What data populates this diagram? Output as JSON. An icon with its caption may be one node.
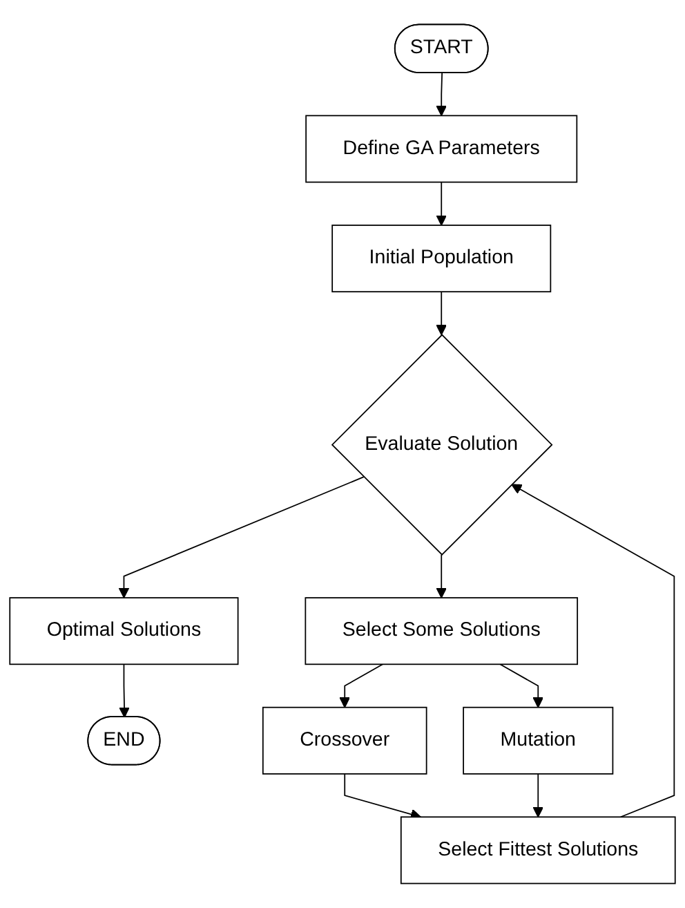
{
  "diagram": {
    "nodes": [
      {
        "text": [
          "START"
        ]
      },
      {
        "text": [
          "Define GA Parameters"
        ]
      },
      {
        "text": [
          "Initial Population"
        ]
      },
      {
        "text": [
          "Evaluate Solution"
        ]
      },
      {
        "text": [
          "Optimal Solutions"
        ]
      },
      {
        "text": [
          "END"
        ]
      },
      {
        "text": [
          "Select Some Solutions"
        ]
      },
      {
        "text": [
          "Crossover"
        ]
      },
      {
        "text": [
          "Mutation"
        ]
      },
      {
        "text": [
          "Select Fittest Solutions"
        ]
      }
    ],
    "edges": [
      {
        "from": 0,
        "to": 1,
        "arrow": "to"
      },
      {
        "from": 1,
        "to": 2,
        "arrow": "to"
      },
      {
        "from": 2,
        "to": 3,
        "arrow": "to"
      },
      {
        "from": 3,
        "to": 4,
        "arrow": "to"
      },
      {
        "from": 4,
        "to": 5,
        "arrow": "to"
      },
      {
        "from": 3,
        "to": 6,
        "arrow": "to"
      },
      {
        "from": 6,
        "to": 7,
        "arrow": "to"
      },
      {
        "from": 6,
        "to": 8,
        "arrow": "to"
      },
      {
        "from": 7,
        "to": 9,
        "arrow": "to"
      },
      {
        "from": 8,
        "to": 9,
        "arrow": "to"
      },
      {
        "from": 9,
        "to": 3,
        "arrow": "to"
      }
    ]
  }
}
